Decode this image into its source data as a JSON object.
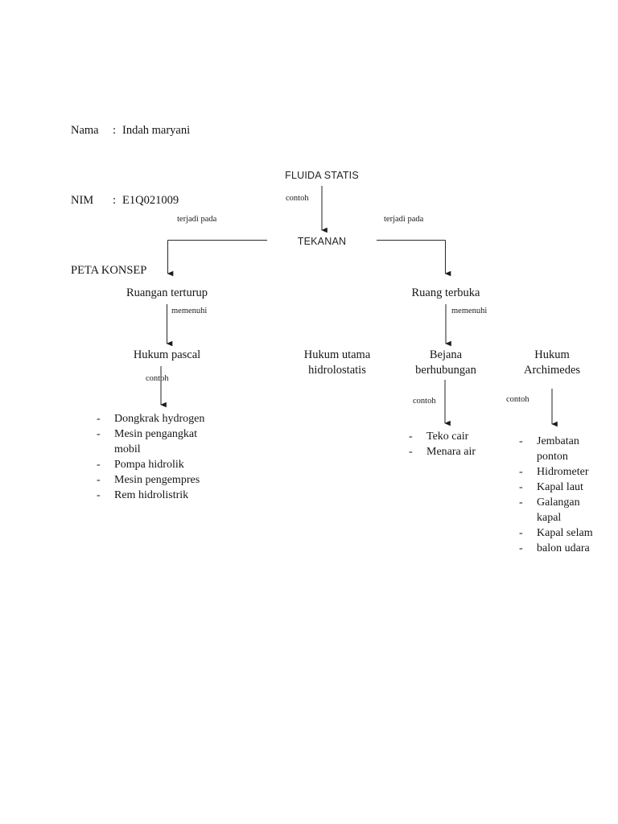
{
  "document": {
    "header": {
      "rows": [
        {
          "key": "Nama",
          "sep": ":",
          "value": "Indah maryani"
        },
        {
          "key": "NIM",
          "sep": ":",
          "value": "E1Q021009"
        }
      ],
      "title": "PETA KONSEP"
    }
  },
  "diagram": {
    "root": "FLUIDA STATIS",
    "level1": "TEKANAN",
    "edge_labels": {
      "root_to_tekanan": "contoh",
      "tekanan_to_left": "terjadi pada",
      "tekanan_to_right": "terjadi pada",
      "left_to_pascal": "memenuhi",
      "right_to_bejana": "memenuhi",
      "pascal_to_list": "contoh",
      "bejana_to_list": "contoh",
      "archimedes_to_list": "contoh"
    },
    "branches": {
      "left": "Ruangan terturup",
      "right": "Ruang terbuka"
    },
    "laws": {
      "pascal": "Hukum pascal",
      "hidrostatis": "Hukum utama\nhidrolostatis",
      "bejana": "Bejana\nberhubungan",
      "archimedes": "Hukum\nArchimedes"
    },
    "examples": {
      "pascal_items": [
        "Dongkrak hydrogen",
        "Mesin pengangkat mobil",
        "Pompa hidrolik",
        "Mesin pengempres",
        "Rem hidrolistrik"
      ],
      "bejana_items": [
        "Teko cair",
        "Menara air"
      ],
      "archimedes_items": [
        "Jembatan ponton",
        "Hidrometer",
        "Kapal laut",
        "Galangan kapal",
        "Kapal selam",
        "balon udara"
      ]
    },
    "bullet_marker": "-",
    "colors": {
      "ink": "#161616",
      "line": "#2b2b2b",
      "page": "#ffffff"
    }
  }
}
